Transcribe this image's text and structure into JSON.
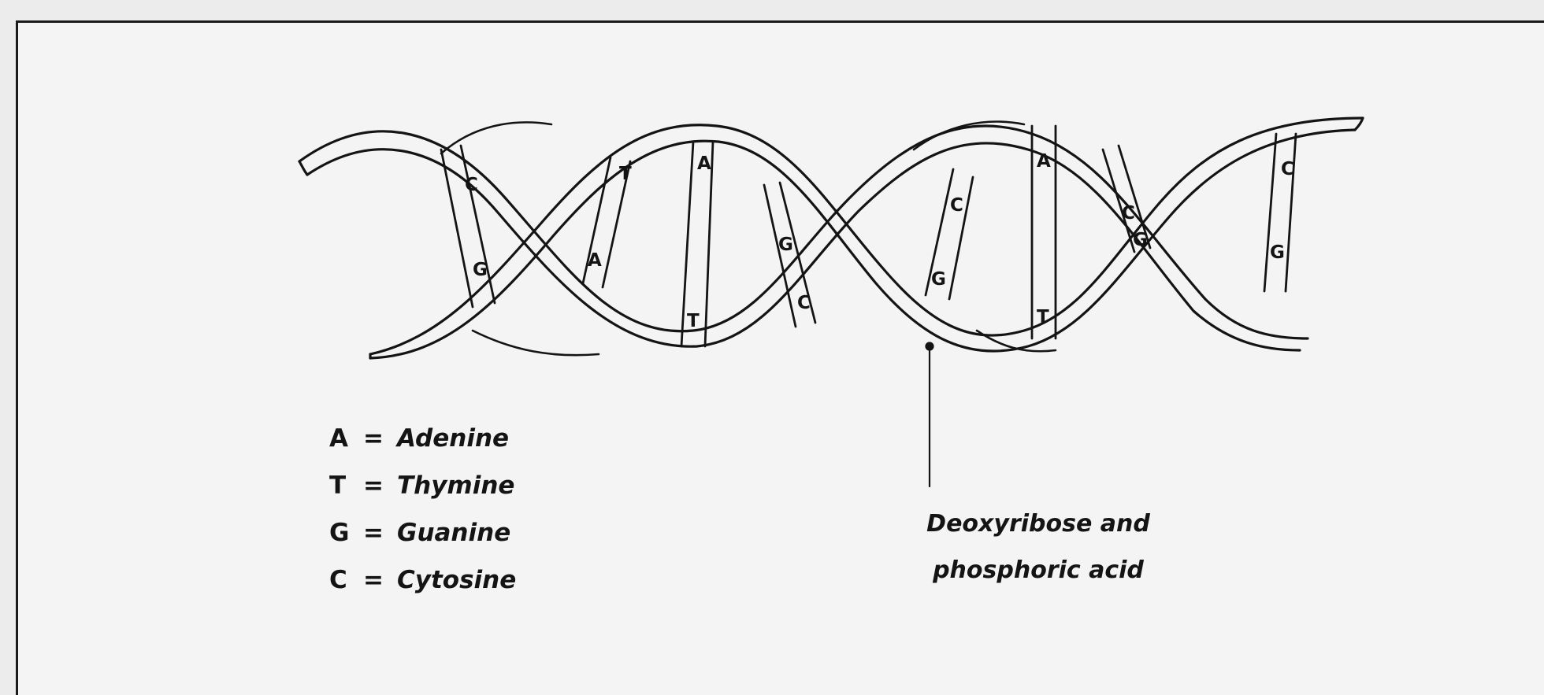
{
  "legend": [
    {
      "letter": "A",
      "eq": "=",
      "name": "Adenine"
    },
    {
      "letter": "T",
      "eq": "=",
      "name": "Thymine"
    },
    {
      "letter": "G",
      "eq": "=",
      "name": "Guanine"
    },
    {
      "letter": "C",
      "eq": "=",
      "name": "Cytosine"
    }
  ],
  "annotation": {
    "line1": "Deoxyribose and",
    "line2": "phosphoric acid"
  },
  "base_labels": [
    {
      "top": "C",
      "bottom": "G"
    },
    {
      "top": "T",
      "bottom": "A"
    },
    {
      "top": "A",
      "bottom": "T"
    },
    {
      "top": "G",
      "bottom": "C"
    },
    {
      "top": "C",
      "bottom": "G"
    },
    {
      "top": "A",
      "bottom": "T"
    },
    {
      "top": "C",
      "bottom": "G"
    },
    {
      "top": "C",
      "bottom": "G"
    }
  ],
  "colors": {
    "ink": "#141414",
    "paper": "#f4f4f4"
  }
}
